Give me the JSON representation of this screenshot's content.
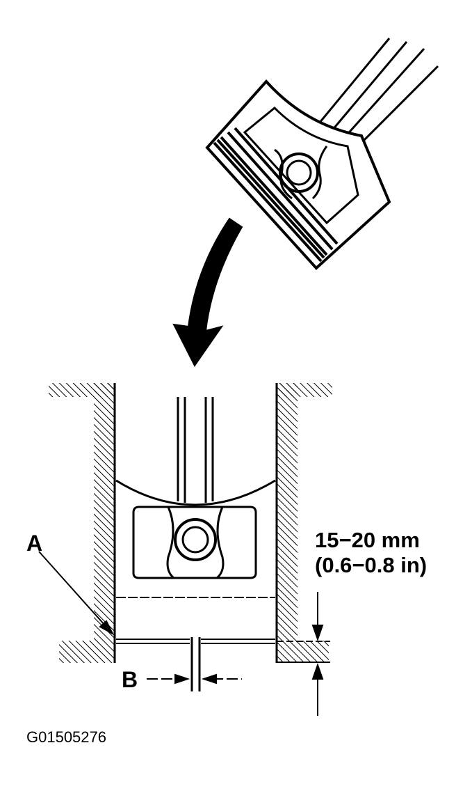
{
  "labels": {
    "a": "A",
    "b": "B",
    "measurement_mm": "15−20 mm",
    "measurement_in": "(0.6−0.8 in)",
    "figure_code": "G01505276"
  },
  "colors": {
    "ink": "#000000",
    "paper": "#ffffff"
  }
}
